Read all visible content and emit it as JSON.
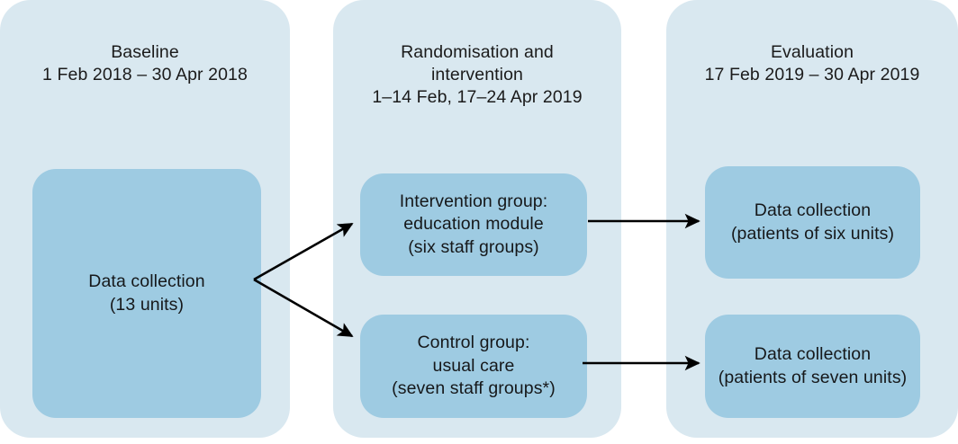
{
  "figure": {
    "type": "flowchart",
    "orientation": "left-to-right",
    "colors": {
      "panel_background": "#d9e8f0",
      "node_background": "#9ecbe2",
      "text": "#16181a",
      "arrow": "#000000",
      "page_background": "#ffffff"
    }
  },
  "panels": [
    {
      "id": "baseline",
      "heading": "Baseline\n1 Feb 2018 – 30 Apr 2018",
      "title": "Baseline",
      "dates": "1 Feb 2018 – 30 Apr 2018"
    },
    {
      "id": "randomisation",
      "heading": "Randomisation and\nintervention\n1–14 Feb, 17–24 Apr 2019",
      "title": "Randomisation and intervention",
      "dates": "1–14 Feb, 17–24 Apr 2019"
    },
    {
      "id": "evaluation",
      "heading": "Evaluation\n17 Feb 2019 – 30 Apr 2019",
      "title": "Evaluation",
      "dates": "17 Feb 2019 – 30 Apr 2019"
    }
  ],
  "nodes": {
    "baseline_collection": "Data collection\n(13 units)",
    "intervention_group": "Intervention group:\neducation module\n(six staff groups)",
    "control_group": "Control group:\nusual care\n(seven staff groups*)",
    "evaluation_six": "Data collection\n(patients of six units)",
    "evaluation_seven": "Data collection\n(patients of seven units)"
  },
  "arrows": [
    {
      "id": "baseline-to-intervention",
      "from": "baseline_collection",
      "to": "intervention_group",
      "style": "diagonal-up",
      "label": ""
    },
    {
      "id": "baseline-to-control",
      "from": "baseline_collection",
      "to": "control_group",
      "style": "diagonal-down",
      "label": ""
    },
    {
      "id": "intervention-to-evaluation-six",
      "from": "intervention_group",
      "to": "evaluation_six",
      "style": "horizontal",
      "label": ""
    },
    {
      "id": "control-to-evaluation-seven",
      "from": "control_group",
      "to": "evaluation_seven",
      "style": "horizontal",
      "label": ""
    }
  ]
}
